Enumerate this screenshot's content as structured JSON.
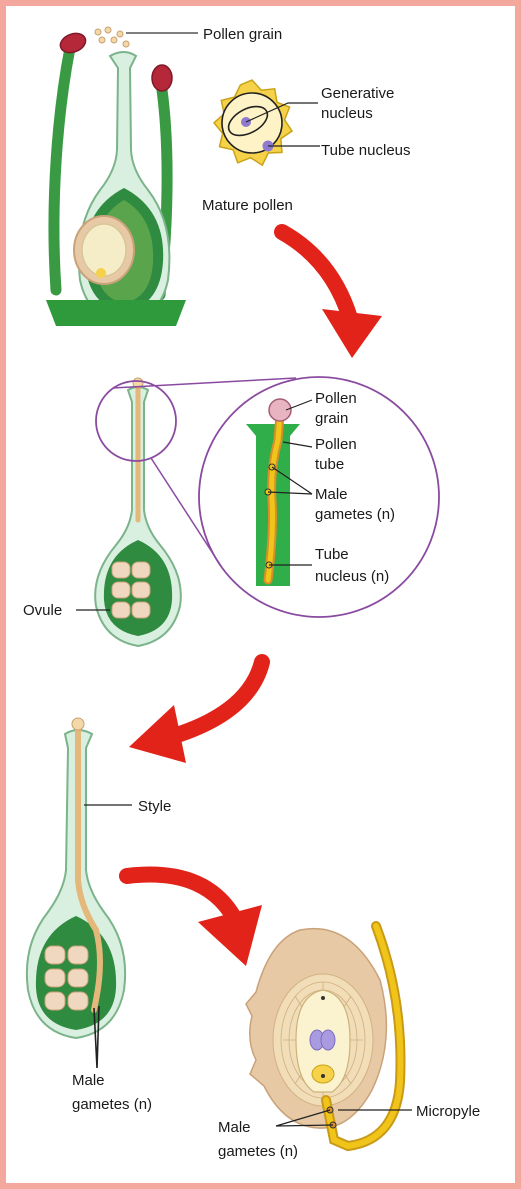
{
  "labels": {
    "pollen_grain": "Pollen grain",
    "generative_nucleus_1": "Generative",
    "generative_nucleus_2": "nucleus",
    "tube_nucleus": "Tube nucleus",
    "mature_pollen": "Mature pollen",
    "zoom_pollen_1": "Pollen",
    "zoom_pollen_2": "grain",
    "zoom_tube_1": "Pollen",
    "zoom_tube_2": "tube",
    "zoom_male_1": "Male",
    "zoom_male_2": "gametes (n)",
    "zoom_tubenuc_1": "Tube",
    "zoom_tubenuc_2": "nucleus (n)",
    "ovule": "Ovule",
    "style": "Style",
    "male_gametes_left_1": "Male",
    "male_gametes_left_2": "gametes (n)",
    "micropyle": "Micropyle",
    "male_gametes_right_1": "Male",
    "male_gametes_right_2": "gametes (n)"
  },
  "colors": {
    "frame_border": "#f4a79c",
    "arrow_red": "#e2231a",
    "pistil_pale_green": "#d9efe0",
    "outline_green": "#7bb38a",
    "dark_green": "#2e8b3f",
    "ovary_green": "#4f9a45",
    "stamen_green": "#3a9a44",
    "anther_red": "#b5283a",
    "pollen_tube_tan": "#e4b77a",
    "pollen_tube_yellow": "#f0c419",
    "egg_cream": "#f5ecc8",
    "ovule_beige": "#e7c9a6",
    "zoom_circle_purple": "#8a4aa0",
    "nucleus_purple": "#8e7bd0",
    "pollen_yellow": "#f5d24a"
  }
}
